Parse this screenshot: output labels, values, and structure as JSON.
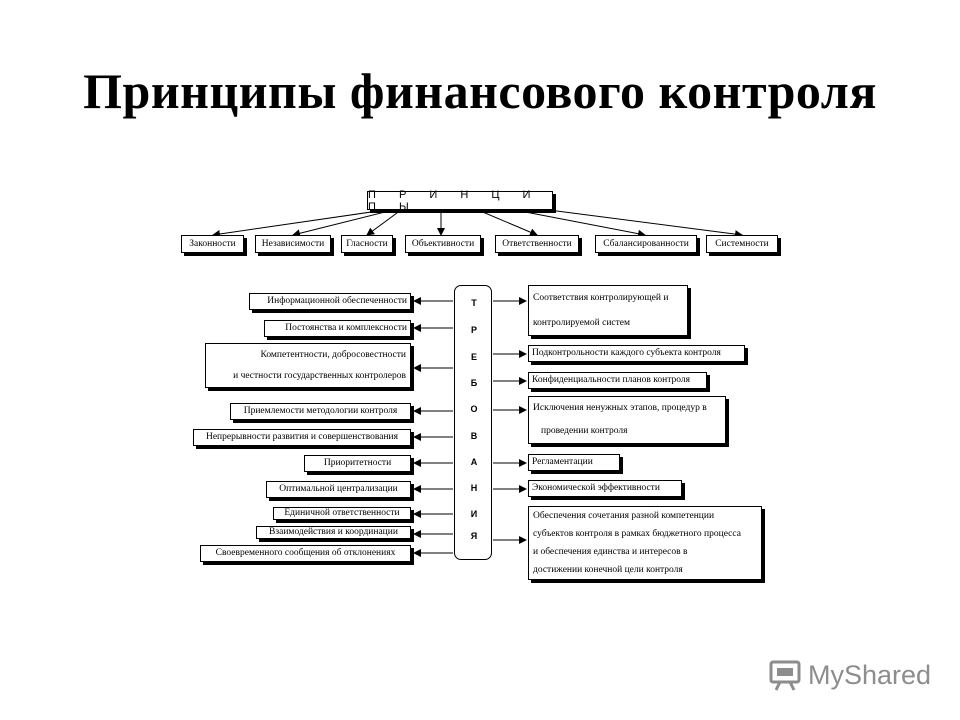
{
  "title": "Принципы финансового контроля",
  "top_label": "П Р И Н Ц И П Ы",
  "principles": [
    "Законности",
    "Независимости",
    "Гласности",
    "Объективности",
    "Ответственности",
    "Сбалансированности",
    "Системности"
  ],
  "center_letters": [
    "Т",
    "Р",
    "Е",
    "Б",
    "О",
    "В",
    "А",
    "Н",
    "И",
    "Я"
  ],
  "left_items": [
    {
      "lines": [
        "Информационной обеспеченности"
      ]
    },
    {
      "lines": [
        "Постоянства и комплексности"
      ]
    },
    {
      "lines": [
        "Компетентности, добросовестности",
        "и честности государственных контролеров"
      ]
    },
    {
      "lines": [
        "Приемлемости методологии контроля"
      ]
    },
    {
      "lines": [
        "Непрерывности развития и совершенствования"
      ]
    },
    {
      "lines": [
        "Приоритетности"
      ]
    },
    {
      "lines": [
        "Оптимальной централизации"
      ]
    },
    {
      "lines": [
        "Единичной ответственности"
      ]
    },
    {
      "lines": [
        "Взаимодействия и координации"
      ]
    },
    {
      "lines": [
        "Своевременного сообщения об отклонениях"
      ]
    }
  ],
  "right_items": [
    {
      "lines": [
        "Соответствия контролирующей и",
        "контролируемой систем"
      ]
    },
    {
      "lines": [
        "Подконтрольности каждого субъекта контроля"
      ]
    },
    {
      "lines": [
        "Конфиденциальности планов контроля"
      ]
    },
    {
      "lines": [
        "Исключения ненужных этапов, процедур в",
        "проведении контроля"
      ]
    },
    {
      "lines": [
        "Регламентации"
      ]
    },
    {
      "lines": [
        "Экономической эффективности"
      ]
    },
    {
      "lines": [
        "Обеспечения сочетания разной компетенции",
        "субъектов контроля в рамках бюджетного процесса",
        "и обеспечения единства и интересов в",
        "достижении конечной цели контроля"
      ]
    }
  ],
  "logo": {
    "text": "MyShared",
    "icon": "projector-screen-icon"
  }
}
